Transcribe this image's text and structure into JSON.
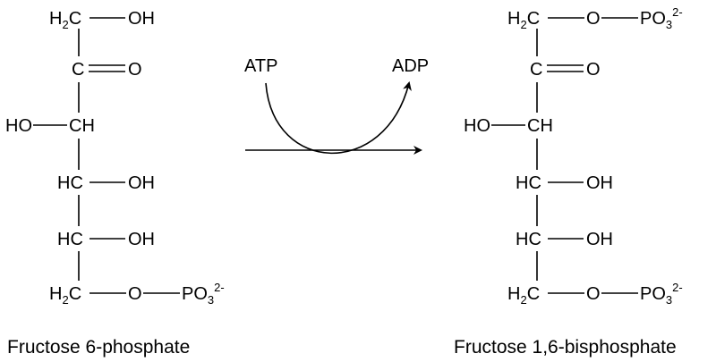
{
  "reaction": {
    "cofactor_in": "ATP",
    "cofactor_out": "ADP"
  },
  "left": {
    "name": "Fructose 6-phosphate",
    "c1": {
      "h": "H",
      "h_sub": "2",
      "c": "C",
      "group": "OH"
    },
    "c2": {
      "c": "C",
      "o": "O"
    },
    "c3": {
      "ho": "HO",
      "ch": "CH"
    },
    "c4": {
      "hc": "HC",
      "oh": "OH"
    },
    "c5": {
      "hc": "HC",
      "oh": "OH"
    },
    "c6": {
      "h": "H",
      "h_sub": "2",
      "c": "C",
      "o": "O",
      "po": "PO",
      "po_sub": "3",
      "charge": "2-"
    }
  },
  "right": {
    "name": "Fructose 1,6-bisphosphate",
    "c1": {
      "h": "H",
      "h_sub": "2",
      "c": "C",
      "o": "O",
      "po": "PO",
      "po_sub": "3",
      "charge": "2-"
    },
    "c2": {
      "c": "C",
      "o": "O"
    },
    "c3": {
      "ho": "HO",
      "ch": "CH"
    },
    "c4": {
      "hc": "HC",
      "oh": "OH"
    },
    "c5": {
      "hc": "HC",
      "oh": "OH"
    },
    "c6": {
      "h": "H",
      "h_sub": "2",
      "c": "C",
      "o": "O",
      "po": "PO",
      "po_sub": "3",
      "charge": "2-"
    }
  }
}
